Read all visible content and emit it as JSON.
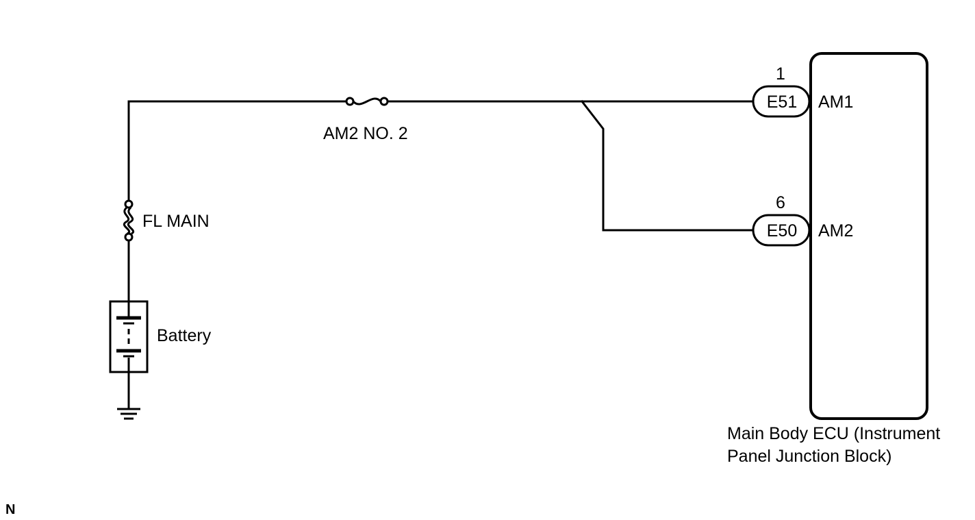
{
  "fuses": {
    "am2_no2": "AM2 NO. 2",
    "fl_main": "FL MAIN"
  },
  "battery": {
    "label": "Battery"
  },
  "connectors": [
    {
      "pin": "1",
      "name": "E51",
      "terminal": "AM1"
    },
    {
      "pin": "6",
      "name": "E50",
      "terminal": "AM2"
    }
  ],
  "ecu": {
    "label_line1": "Main Body ECU (Instrument",
    "label_line2": "Panel Junction Block)"
  },
  "corner_code": "N"
}
